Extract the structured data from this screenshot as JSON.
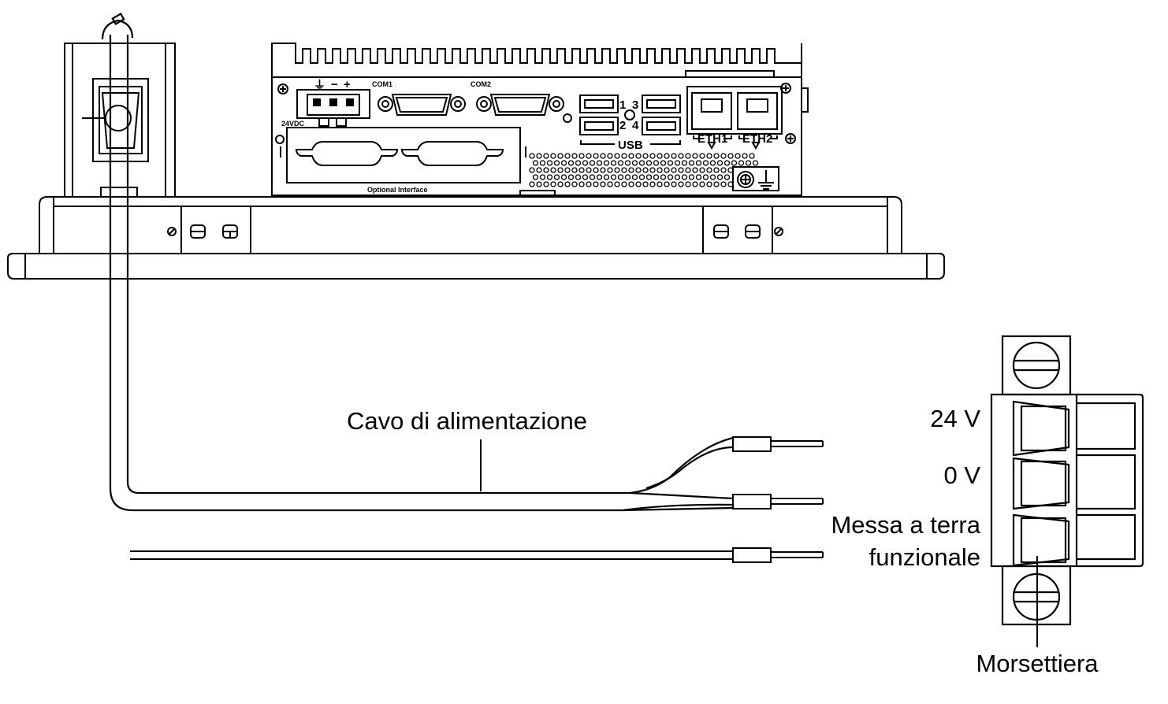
{
  "device": {
    "power_label": "24VDC",
    "terminal_symbols": [
      "⏚",
      "−",
      "+"
    ],
    "com1_label": "COM1",
    "com2_label": "COM2",
    "usb_label": "USB",
    "usb_numbers": [
      "1",
      "2",
      "3",
      "4"
    ],
    "eth1_label": "ETH1",
    "eth2_label": "ETH2",
    "optional_label": "Optional Interface"
  },
  "labels": {
    "cable": "Cavo di alimentazione",
    "v24": "24 V",
    "v0": "0 V",
    "ground_line1": "Messa a terra",
    "ground_line2": "funzionale",
    "terminal_block": "Morsettiera"
  },
  "colors": {
    "line": "#000000",
    "background": "#ffffff"
  }
}
